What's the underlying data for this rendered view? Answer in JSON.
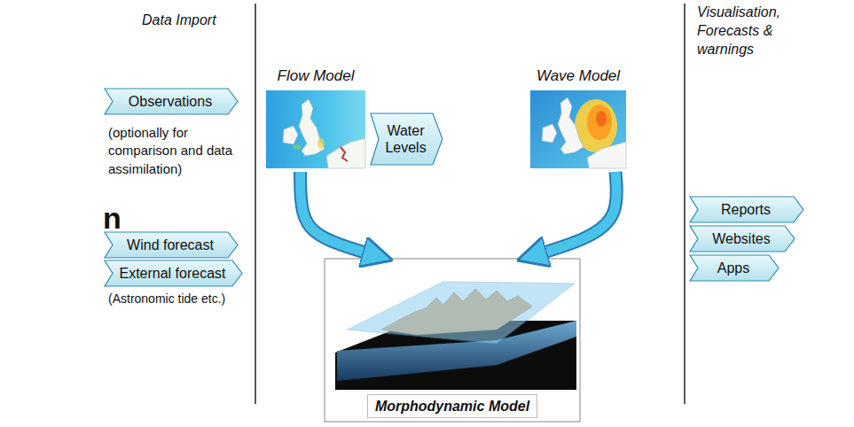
{
  "diagram": {
    "nodes": [
      {
        "text": [
          "Observations"
        ]
      },
      {
        "text": [
          "Wind forecast"
        ]
      },
      {
        "text": [
          "External forecast"
        ]
      },
      {
        "text": [
          "Flow Model"
        ]
      },
      {
        "text": [
          "Water Levels"
        ]
      },
      {
        "text": [
          "Wave Model"
        ]
      },
      {
        "text": [
          "Morphodynamic Model"
        ]
      },
      {
        "text": [
          "Reports"
        ]
      },
      {
        "text": [
          "Websites"
        ]
      },
      {
        "text": [
          "Apps"
        ]
      }
    ],
    "edges": [
      {
        "from": 3,
        "to": 6,
        "arrow": "to"
      },
      {
        "from": 5,
        "to": 6,
        "arrow": "to"
      }
    ],
    "labels": [
      "Data Import",
      "Visualisation, Forecasts & warnings",
      "(optionally for comparison and data assimilation)",
      "(Astronomic tide etc.)",
      "n"
    ]
  }
}
